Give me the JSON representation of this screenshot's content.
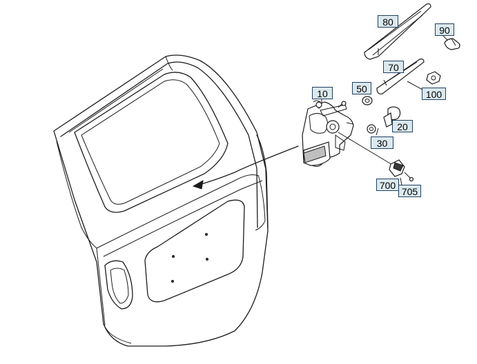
{
  "callouts": [
    {
      "id": "c80",
      "label": "80"
    },
    {
      "id": "c90",
      "label": "90"
    },
    {
      "id": "c70",
      "label": "70"
    },
    {
      "id": "c50",
      "label": "50"
    },
    {
      "id": "c100",
      "label": "100"
    },
    {
      "id": "c10",
      "label": "10"
    },
    {
      "id": "c20",
      "label": "20"
    },
    {
      "id": "c30",
      "label": "30"
    },
    {
      "id": "c700",
      "label": "700"
    },
    {
      "id": "c705",
      "label": "705"
    }
  ],
  "colors": {
    "callout_fill": "#dbe9ee",
    "callout_border": "#1f3f5f",
    "line": "#1a1a1a"
  }
}
